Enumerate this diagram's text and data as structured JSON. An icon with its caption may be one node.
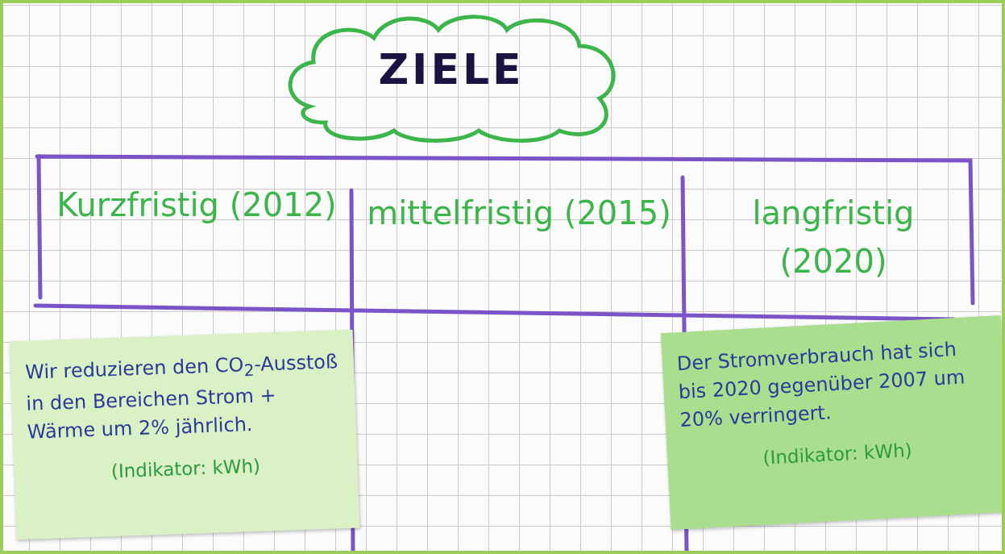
{
  "diagram": {
    "nodes": [
      {
        "text": [
          "ZIELE"
        ]
      },
      {
        "text": [
          "Kurzfristig (2012)"
        ]
      },
      {
        "text": [
          "mittelfristig (2015)"
        ]
      },
      {
        "text": [
          "langfristig (2020)"
        ]
      },
      {
        "text": [
          "Wir reduzieren den CO$_{2}$-Ausstoß in den Bereichen Strom + Wärme um 2% jährlich.",
          "(Indikator: kWh)"
        ]
      },
      {
        "text": [
          "Der Stromverbrauch hat sich bis 2020 gegenüber 2007 um 20% verringert.",
          "(Indikator: kWh)"
        ]
      }
    ]
  }
}
